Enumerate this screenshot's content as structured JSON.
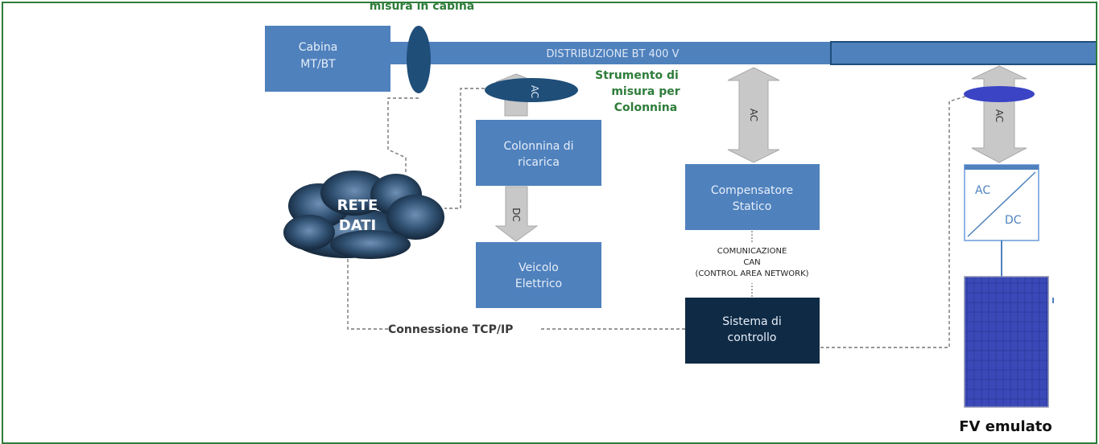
{
  "top_cut_label": "misura in cabina",
  "cabina": {
    "line1": "Cabina",
    "line2": "MT/BT"
  },
  "bus_label": "DISTRIBUZIONE BT 400 V",
  "strumento": {
    "line1": "Strumento di",
    "line2": "misura per",
    "line3": "Colonnina"
  },
  "colonnina": {
    "line1": "Colonnina di",
    "line2": "ricarica"
  },
  "veicolo": {
    "line1": "Veicolo",
    "line2": "Elettrico"
  },
  "compensatore": {
    "line1": "Compensatore",
    "line2": "Statico"
  },
  "comunicazione": {
    "line1": "COMUNICAZIONE",
    "line2": "CAN",
    "line3": "(CONTROL AREA NETWORK)"
  },
  "sistema": {
    "line1": "Sistema di",
    "line2": "controllo"
  },
  "rete": {
    "line1": "RETE",
    "line2": "DATI"
  },
  "tcp_label": "Connessione TCP/IP",
  "arrows": {
    "ac": "AC",
    "dc": "DC"
  },
  "inverter": {
    "ac": "AC",
    "dc": "DC"
  },
  "fv_label": "FV emulato",
  "colors": {
    "box": "#4f81bd",
    "box_text": "#e6eef8",
    "dark_box": "#0f2a45",
    "ellipse": "#1f4e79",
    "arrow": "#c8c8c8",
    "green_text": "#2e7d3a",
    "frame": "#2e7d3a"
  }
}
